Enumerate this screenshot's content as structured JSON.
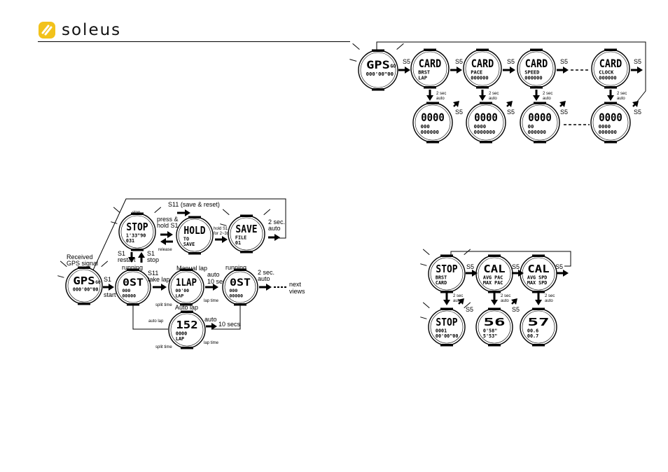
{
  "brand": {
    "name": "soleus"
  },
  "colors": {
    "ink": "#000000",
    "logo_bg": "#f2c21b"
  },
  "top_right": {
    "gps": {
      "big": "GPS",
      "side": "GO",
      "small": "000'00\"00"
    },
    "buttons": [
      "S5",
      "S5",
      "S5",
      "S5",
      "S5",
      "S5",
      "S5",
      "S5"
    ],
    "top_row": [
      {
        "big": "CARD",
        "l1": "BRST",
        "l2": "LAP"
      },
      {
        "big": "CARD",
        "l1": "PACE",
        "l2": "000000"
      },
      {
        "big": "CARD",
        "l1": "SPEED",
        "l2": "000000"
      },
      {
        "big": "CARD",
        "l1": "CLOCK",
        "l2": "000000"
      }
    ],
    "auto_labels": [
      "2 sec",
      "auto"
    ],
    "bottom_row": [
      {
        "big": "0000",
        "l1": "000",
        "l2": "000000"
      },
      {
        "big": "0000",
        "l1": "0000",
        "l2": "0000000"
      },
      {
        "big": "0000",
        "l1": "00",
        "l2": "000000"
      },
      {
        "big": "0000",
        "l1": "0000",
        "l2": "000000"
      }
    ]
  },
  "stopwatch": {
    "top_label": "S11 (save & reset)",
    "stop_tag": "stop",
    "press_hold": [
      "press &",
      "hold S1"
    ],
    "release": "release",
    "hold_note": [
      "hold S1",
      "for 2~3s"
    ],
    "two_sec_auto": [
      "2 sec.",
      "auto"
    ],
    "s1_restart": [
      "S1",
      "restart"
    ],
    "s1_stop": [
      "S1",
      "stop"
    ],
    "received": [
      "Received",
      "GPS signal"
    ],
    "s1_start": [
      "S1",
      "start"
    ],
    "running": "running",
    "s11_take_lap": [
      "S11",
      "take lap"
    ],
    "manual_lap": "Manual lap",
    "auto_10": [
      "auto",
      "10 secs"
    ],
    "running2": "running",
    "two_sec_auto2": [
      "2 sec.",
      "auto"
    ],
    "next_views": [
      "next",
      "views"
    ],
    "split_time": "split time",
    "lap_time": "lap time",
    "auto_lap_title": "Auto lap",
    "auto_lap": "auto lap",
    "auto_word": "auto",
    "ten_secs": "10 secs",
    "split_time2": "split time",
    "lap_time2": "lap time",
    "watch_stop": {
      "big": "STOP",
      "l1": "1'33\"90",
      "l2": "031"
    },
    "watch_hold": {
      "big": "HOLD",
      "l1": "TO",
      "l2": "SAVE"
    },
    "watch_save": {
      "big": "SAVE",
      "l1": "FILE",
      "l2": "01"
    },
    "watch_gps": {
      "big": "GPS",
      "side": "GO",
      "l1": "000'00\"00"
    },
    "watch_run1": {
      "big": "0ST",
      "l1": "000",
      "l2": "00000"
    },
    "watch_lap": {
      "big": "1LAP",
      "l1": "00'00",
      "l2": "LAP"
    },
    "watch_run2": {
      "big": "0ST",
      "l1": "000",
      "l2": "00000"
    },
    "watch_autolap": {
      "big": "152",
      "l1": "0000",
      "l2": "LAP"
    }
  },
  "calorie": {
    "buttons": [
      "S5",
      "S5",
      "S5",
      "S5",
      "S5"
    ],
    "auto_labels": [
      "2 sec",
      "auto"
    ],
    "top_row": [
      {
        "big": "STOP",
        "l1": "BRST",
        "l2": "CARD"
      },
      {
        "big": "CAL",
        "l1": "AVG PAC",
        "l2": "MAX PAC"
      },
      {
        "big": "CAL",
        "l1": "AVG SPD",
        "l2": "MAX SPD"
      }
    ],
    "bottom_row": [
      {
        "big": "STOP",
        "l1": "0001",
        "l2": "00'00\"00"
      },
      {
        "big": "56",
        "l1": "0'58\"",
        "l2": "5'53\""
      },
      {
        "big": "57",
        "l1": "00.6",
        "l2": "00.7"
      }
    ]
  }
}
